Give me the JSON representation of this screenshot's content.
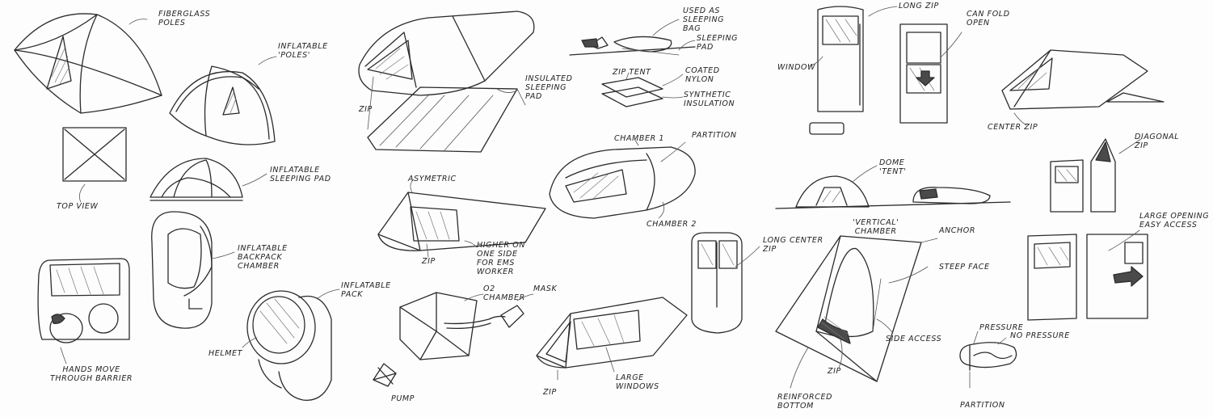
{
  "labels": {
    "fiberglass_poles": "Fiberglass\nPoles",
    "inflatable_poles": "Inflatable\n'Poles'",
    "top_view": "Top View",
    "inflatable_sleeping_pad_1": "Inflatable\nSleeping Pad",
    "inflatable_backpack_chamber": "Inflatable\nBackpack\nChamber",
    "hands_move_through_barrier": "Hands Move\nThrough Barrier",
    "helmet": "Helmet",
    "inflatable_pack": "Inflatable\nPack",
    "zip_pod": "Zip",
    "insulated_sleeping_pad": "Insulated\nSleeping\nPad",
    "asymetric": "Asymetric",
    "zip_asym": "Zip",
    "higher_on_one_side": "Higher on\none side\nfor EMS\nworker",
    "o2_chamber": "O2\nChamber",
    "mask": "Mask",
    "pump": "Pump",
    "zip_bottom_tent": "Zip",
    "used_as_sleeping_bag": "Used as\nSleeping\nBag",
    "sleeping_pad": "Sleeping\nPad",
    "zip_tent": "Zip Tent",
    "coated_nylon": "Coated\nNylon",
    "synthetic_insulation": "Synthetic\nInsulation",
    "chamber_1": "Chamber 1",
    "partition_top": "Partition",
    "chamber_2": "Chamber 2",
    "large_windows": "Large\nWindows",
    "long_center_zip": "Long Center\nZip",
    "long_zip": "Long Zip",
    "window": "Window",
    "can_fold_open": "Can Fold\nOpen",
    "center_zip": "Center Zip",
    "dome_tent": "Dome\n'Tent'",
    "vertical_chamber": "'Vertical'\nChamber",
    "anchor": "Anchor",
    "steep_face": "Steep Face",
    "side_access": "Side Access",
    "zip_vertical": "Zip",
    "reinforced_bottom": "Reinforced\nBottom",
    "diagonal_zip": "Diagonal\nZip",
    "large_opening": "Large Opening\nEasy Access",
    "pressure": "Pressure",
    "no_pressure": "No Pressure",
    "partition_bottom": "Partition"
  }
}
